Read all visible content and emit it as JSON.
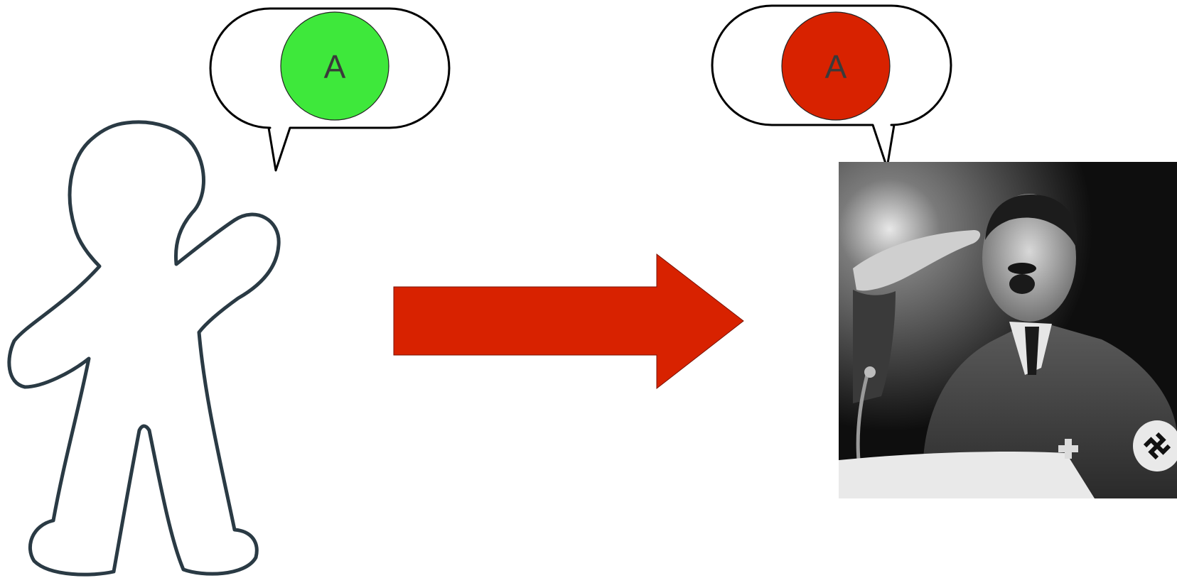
{
  "diagram": {
    "left_bubble": {
      "label": "A",
      "circle_color": "#3ee83b"
    },
    "right_bubble": {
      "label": "A",
      "circle_color": "#d82200"
    },
    "arrow": {
      "color": "#d82200",
      "direction": "right"
    },
    "left_figure": {
      "icon": "person-outline-icon",
      "outline_color": "#2a3a44"
    },
    "right_figure": {
      "icon": "saluting-speaker-photo",
      "style": "black-and-white photograph"
    },
    "colors": {
      "bubble_stroke": "#000000",
      "bubble_fill": "#ffffff",
      "label_text": "#3a3a3a"
    }
  }
}
